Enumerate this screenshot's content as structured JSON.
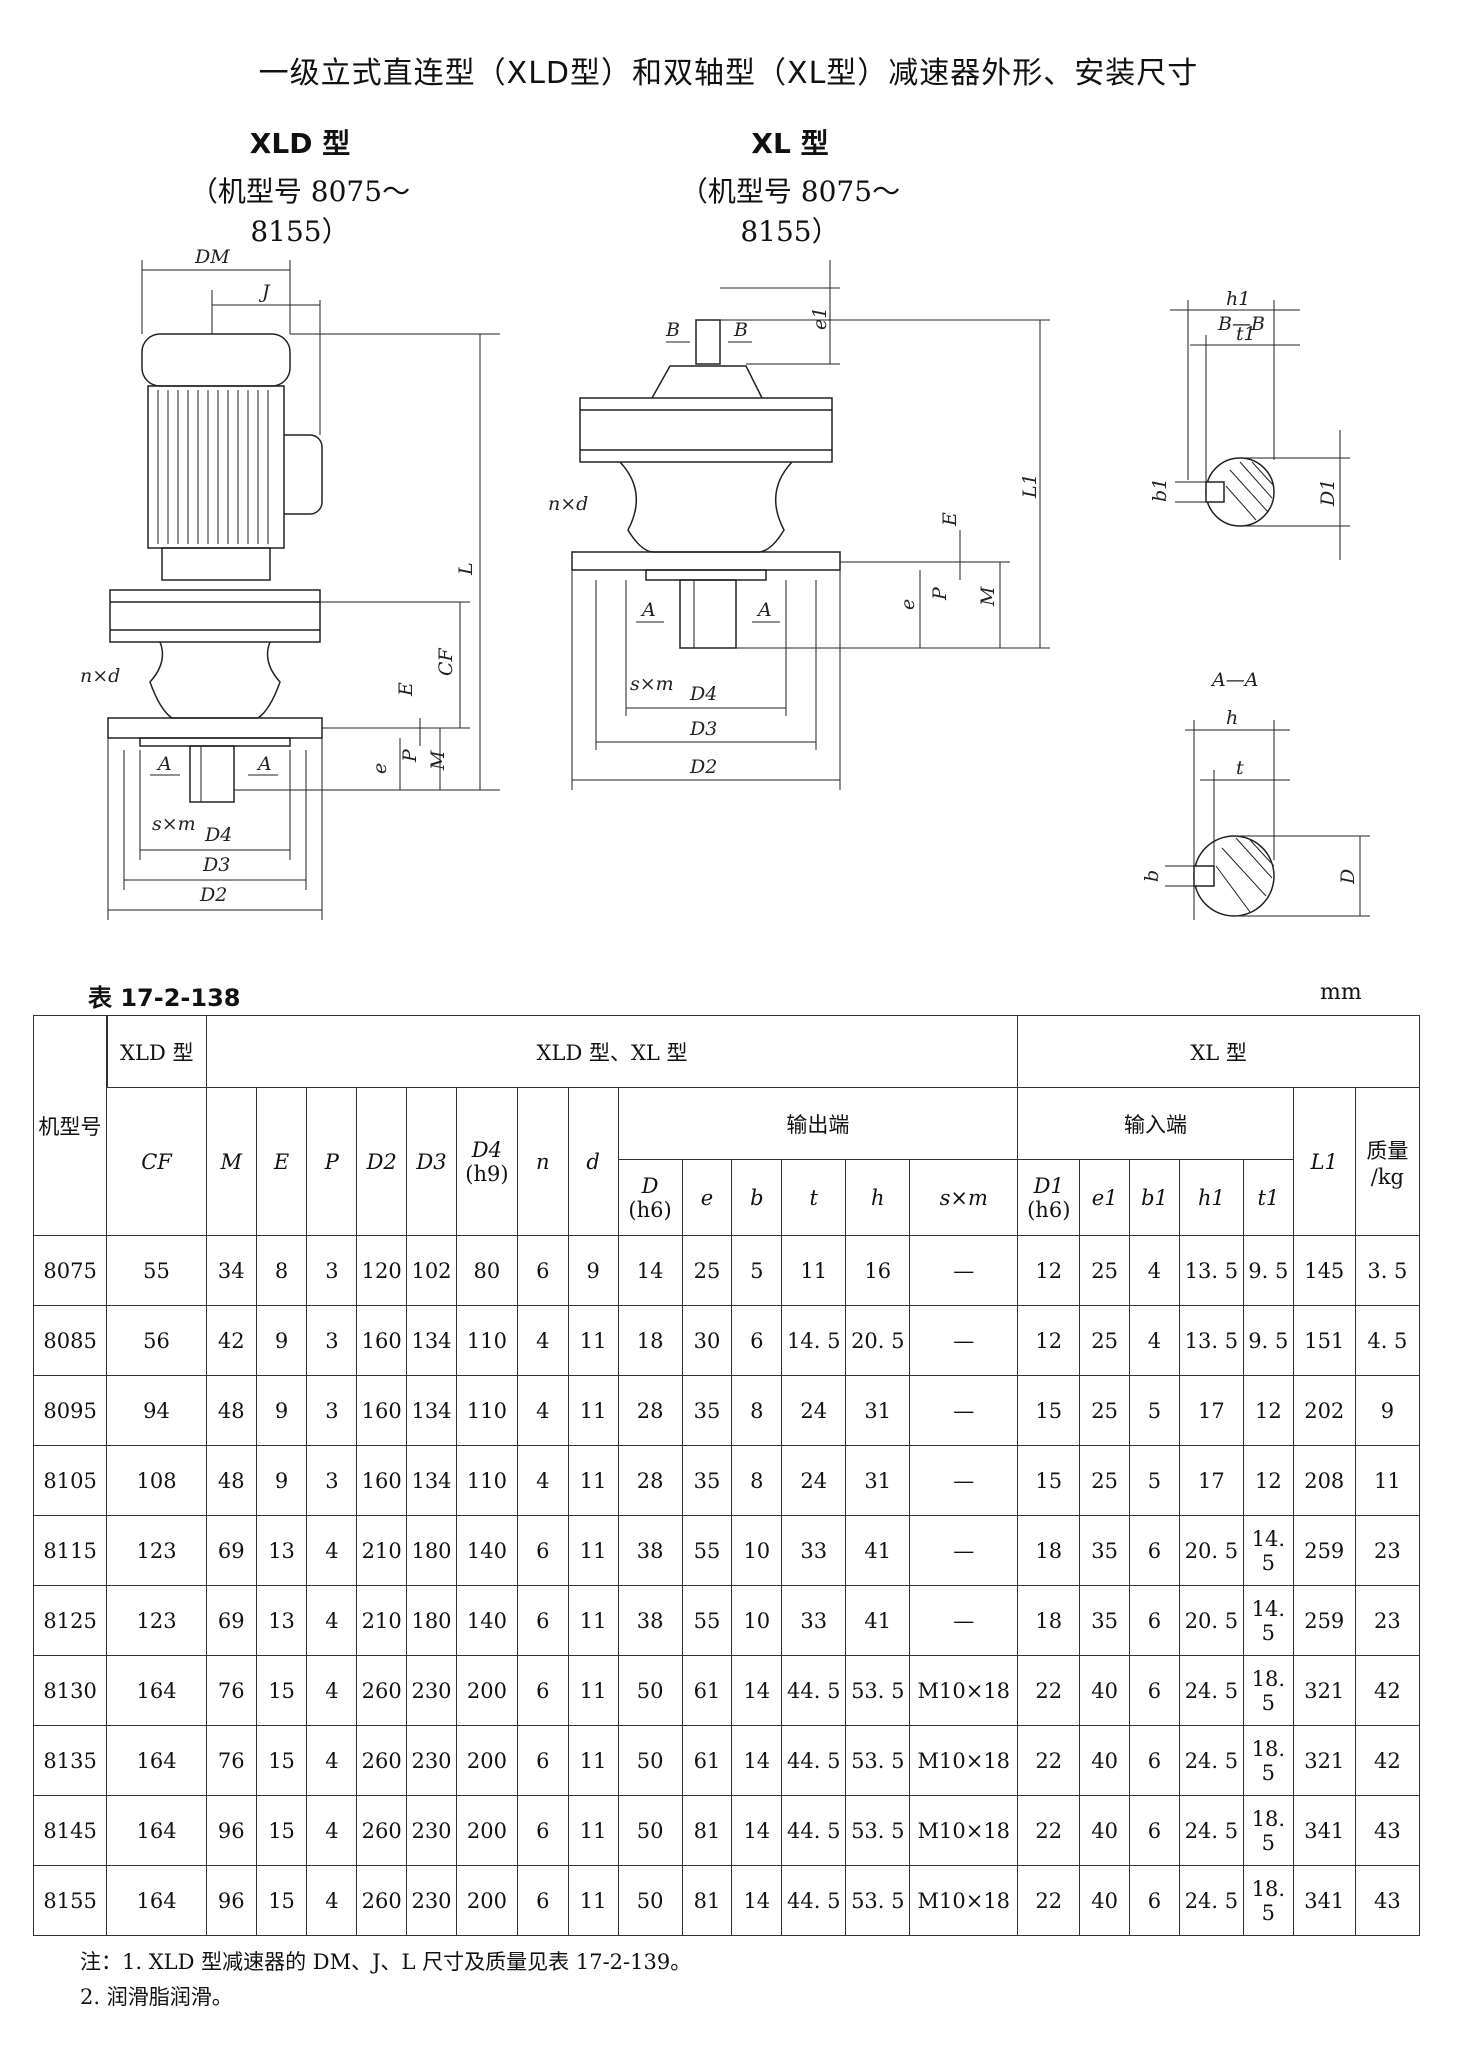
{
  "title": "一级立式直连型（XLD型）和双轴型（XL型）减速器外形、安装尺寸",
  "models": [
    {
      "name": "XLD 型",
      "range": "（机型号 8075～8155）"
    },
    {
      "name": "XL 型",
      "range": "（机型号 8075～8155）"
    }
  ],
  "drawing_labels": {
    "DM": "DM",
    "J": "J",
    "L": "L",
    "CF": "CF",
    "E": "E",
    "P": "P",
    "M": "M",
    "e": "e",
    "nd": "n×d",
    "sm": "s×m",
    "D4": "D4",
    "D3": "D3",
    "D2": "D2",
    "A": "A",
    "B": "B",
    "e1": "e1",
    "L1": "L1",
    "BB": "B—B",
    "AA": "A—A",
    "h1": "h1",
    "t1": "t1",
    "b1": "b1",
    "D1": "D1",
    "h": "h",
    "t": "t",
    "b": "b",
    "D": "D"
  },
  "table_label": "表 17-2-138",
  "unit": "mm",
  "headers": {
    "model_no": "机型号",
    "xld": "XLD 型",
    "both": "XLD 型、XL 型",
    "xl": "XL 型",
    "output": "输出端",
    "input": "输入端",
    "cols": [
      "CF",
      "M",
      "E",
      "P",
      "D2",
      "D3",
      "D4",
      "(h9)",
      "n",
      "d",
      "D",
      "(h6)",
      "e",
      "b",
      "t",
      "h",
      "s×m",
      "D1",
      "(h6)",
      "e1",
      "b1",
      "h1",
      "t1",
      "L1",
      "质量",
      "/kg"
    ]
  },
  "rows": [
    [
      "8075",
      "55",
      "34",
      "8",
      "3",
      "120",
      "102",
      "80",
      "6",
      "9",
      "14",
      "25",
      "5",
      "11",
      "16",
      "—",
      "12",
      "25",
      "4",
      "13. 5",
      "9. 5",
      "145",
      "3. 5"
    ],
    [
      "8085",
      "56",
      "42",
      "9",
      "3",
      "160",
      "134",
      "110",
      "4",
      "11",
      "18",
      "30",
      "6",
      "14. 5",
      "20. 5",
      "—",
      "12",
      "25",
      "4",
      "13. 5",
      "9. 5",
      "151",
      "4. 5"
    ],
    [
      "8095",
      "94",
      "48",
      "9",
      "3",
      "160",
      "134",
      "110",
      "4",
      "11",
      "28",
      "35",
      "8",
      "24",
      "31",
      "—",
      "15",
      "25",
      "5",
      "17",
      "12",
      "202",
      "9"
    ],
    [
      "8105",
      "108",
      "48",
      "9",
      "3",
      "160",
      "134",
      "110",
      "4",
      "11",
      "28",
      "35",
      "8",
      "24",
      "31",
      "—",
      "15",
      "25",
      "5",
      "17",
      "12",
      "208",
      "11"
    ],
    [
      "8115",
      "123",
      "69",
      "13",
      "4",
      "210",
      "180",
      "140",
      "6",
      "11",
      "38",
      "55",
      "10",
      "33",
      "41",
      "—",
      "18",
      "35",
      "6",
      "20. 5",
      "14. 5",
      "259",
      "23"
    ],
    [
      "8125",
      "123",
      "69",
      "13",
      "4",
      "210",
      "180",
      "140",
      "6",
      "11",
      "38",
      "55",
      "10",
      "33",
      "41",
      "—",
      "18",
      "35",
      "6",
      "20. 5",
      "14. 5",
      "259",
      "23"
    ],
    [
      "8130",
      "164",
      "76",
      "15",
      "4",
      "260",
      "230",
      "200",
      "6",
      "11",
      "50",
      "61",
      "14",
      "44. 5",
      "53. 5",
      "M10×18",
      "22",
      "40",
      "6",
      "24. 5",
      "18. 5",
      "321",
      "42"
    ],
    [
      "8135",
      "164",
      "76",
      "15",
      "4",
      "260",
      "230",
      "200",
      "6",
      "11",
      "50",
      "61",
      "14",
      "44. 5",
      "53. 5",
      "M10×18",
      "22",
      "40",
      "6",
      "24. 5",
      "18. 5",
      "321",
      "42"
    ],
    [
      "8145",
      "164",
      "96",
      "15",
      "4",
      "260",
      "230",
      "200",
      "6",
      "11",
      "50",
      "81",
      "14",
      "44. 5",
      "53. 5",
      "M10×18",
      "22",
      "40",
      "6",
      "24. 5",
      "18. 5",
      "341",
      "43"
    ],
    [
      "8155",
      "164",
      "96",
      "15",
      "4",
      "260",
      "230",
      "200",
      "6",
      "11",
      "50",
      "81",
      "14",
      "44. 5",
      "53. 5",
      "M10×18",
      "22",
      "40",
      "6",
      "24. 5",
      "18. 5",
      "341",
      "43"
    ]
  ],
  "notes": [
    "注：1. XLD 型减速器的 DM、J、L 尺寸及质量见表 17-2-139。",
    "2. 润滑脂润滑。"
  ]
}
